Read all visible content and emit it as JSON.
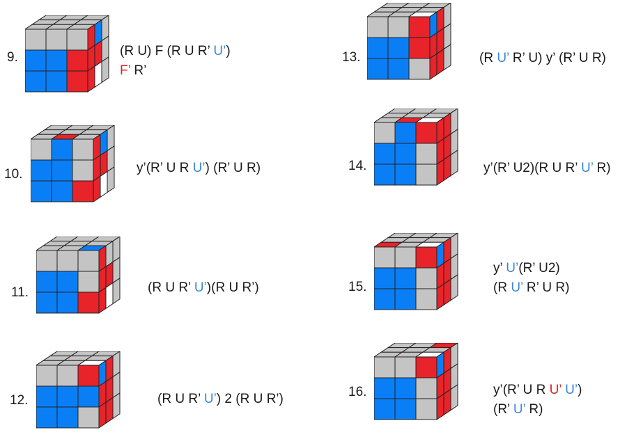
{
  "colors": {
    "gray": "#c4c4c4",
    "blue": "#0a7ff5",
    "red": "#e8232a",
    "white": "#ffffff",
    "text": "#1a1a1a",
    "accent_blue": "#3b87d6",
    "accent_red": "#e02020"
  },
  "cases": [
    {
      "id": "9",
      "number": "9.",
      "top": [
        "g",
        "g",
        "g",
        "g",
        "g",
        "g",
        "g",
        "g",
        "g"
      ],
      "front": [
        "g",
        "g",
        "g",
        "b",
        "b",
        "r",
        "b",
        "b",
        "r"
      ],
      "right": [
        "r",
        "b",
        "g",
        "r",
        "r",
        "g",
        "r",
        "w",
        "g"
      ],
      "lines": [
        [
          [
            "(R U) F (R U R’ ",
            "t"
          ],
          [
            "U’",
            "b"
          ],
          [
            ")",
            "t"
          ]
        ],
        [
          [
            "F’",
            "r"
          ],
          [
            " R’",
            "t"
          ]
        ]
      ]
    },
    {
      "id": "10",
      "number": "10.",
      "top": [
        "g",
        "g",
        "g",
        "g",
        "g",
        "g",
        "g",
        "r",
        "g"
      ],
      "front": [
        "g",
        "b",
        "g",
        "b",
        "b",
        "g",
        "b",
        "b",
        "r"
      ],
      "right": [
        "r",
        "b",
        "g",
        "r",
        "r",
        "g",
        "r",
        "w",
        "g"
      ],
      "lines": [
        [
          [
            "y’(R’ U R ",
            "t"
          ],
          [
            "U’",
            "b"
          ],
          [
            ") (R’ U R)",
            "t"
          ]
        ]
      ]
    },
    {
      "id": "11",
      "number": "11.",
      "top": [
        "g",
        "g",
        "g",
        "g",
        "g",
        "g",
        "g",
        "g",
        "b"
      ],
      "front": [
        "g",
        "g",
        "g",
        "b",
        "b",
        "g",
        "b",
        "b",
        "r"
      ],
      "right": [
        "r",
        "g",
        "g",
        "r",
        "r",
        "g",
        "r",
        "w",
        "g"
      ],
      "lines": [
        [
          [
            "(R U R’ ",
            "t"
          ],
          [
            "U’",
            "b"
          ],
          [
            ")(R U R’)",
            "t"
          ]
        ]
      ]
    },
    {
      "id": "12",
      "number": "12.",
      "top": [
        "g",
        "g",
        "g",
        "g",
        "g",
        "g",
        "g",
        "g",
        "w"
      ],
      "front": [
        "g",
        "g",
        "r",
        "b",
        "b",
        "b",
        "b",
        "b",
        "g"
      ],
      "right": [
        "b",
        "r",
        "g",
        "r",
        "r",
        "g",
        "r",
        "r",
        "g"
      ],
      "lines": [
        [
          [
            "(R U R’ ",
            "t"
          ],
          [
            "U’",
            "b"
          ],
          [
            ") 2 (R U R’)",
            "t"
          ]
        ]
      ]
    },
    {
      "id": "13",
      "number": "13.",
      "top": [
        "g",
        "g",
        "g",
        "g",
        "g",
        "g",
        "g",
        "g",
        "w"
      ],
      "front": [
        "g",
        "g",
        "r",
        "b",
        "b",
        "r",
        "b",
        "b",
        "g"
      ],
      "right": [
        "b",
        "r",
        "g",
        "r",
        "r",
        "g",
        "r",
        "r",
        "g"
      ],
      "lines": [
        [
          [
            "(R ",
            "t"
          ],
          [
            "U’",
            "b"
          ],
          [
            " R’ U) y’ (R’ U R)",
            "t"
          ]
        ]
      ]
    },
    {
      "id": "14",
      "number": "14.",
      "top": [
        "g",
        "g",
        "g",
        "g",
        "g",
        "g",
        "g",
        "r",
        "w"
      ],
      "front": [
        "g",
        "b",
        "r",
        "b",
        "b",
        "g",
        "b",
        "b",
        "g"
      ],
      "right": [
        "r",
        "r",
        "g",
        "r",
        "r",
        "g",
        "r",
        "r",
        "g"
      ],
      "lines": [
        [
          [
            "y’(R’ U2)(R U R’ ",
            "t"
          ],
          [
            "U’",
            "b"
          ],
          [
            " R)",
            "t"
          ]
        ]
      ]
    },
    {
      "id": "15",
      "number": "15.",
      "top": [
        "g",
        "g",
        "g",
        "g",
        "g",
        "g",
        "r",
        "g",
        "w"
      ],
      "front": [
        "g",
        "g",
        "r",
        "b",
        "b",
        "g",
        "b",
        "b",
        "g"
      ],
      "right": [
        "b",
        "r",
        "g",
        "r",
        "r",
        "g",
        "r",
        "r",
        "g"
      ],
      "lines": [
        [
          [
            "y’ ",
            "t"
          ],
          [
            "U’",
            "b"
          ],
          [
            "(R’ U2)",
            "t"
          ]
        ],
        [
          [
            "(R ",
            "t"
          ],
          [
            "U’",
            "b"
          ],
          [
            " R’ U R)",
            "t"
          ]
        ]
      ]
    },
    {
      "id": "16",
      "number": "16.",
      "top": [
        "g",
        "g",
        "r",
        "g",
        "g",
        "g",
        "g",
        "g",
        "w"
      ],
      "front": [
        "g",
        "g",
        "r",
        "b",
        "b",
        "g",
        "b",
        "b",
        "g"
      ],
      "right": [
        "b",
        "r",
        "g",
        "r",
        "r",
        "g",
        "r",
        "r",
        "g"
      ],
      "lines": [
        [
          [
            "y’(R’ U R ",
            "t"
          ],
          [
            "U’",
            "r"
          ],
          [
            " ",
            "t"
          ],
          [
            "U’",
            "b"
          ],
          [
            ")",
            "t"
          ]
        ],
        [
          [
            "(R’ ",
            "t"
          ],
          [
            "U’",
            "b"
          ],
          [
            " R)",
            "t"
          ]
        ]
      ]
    }
  ]
}
